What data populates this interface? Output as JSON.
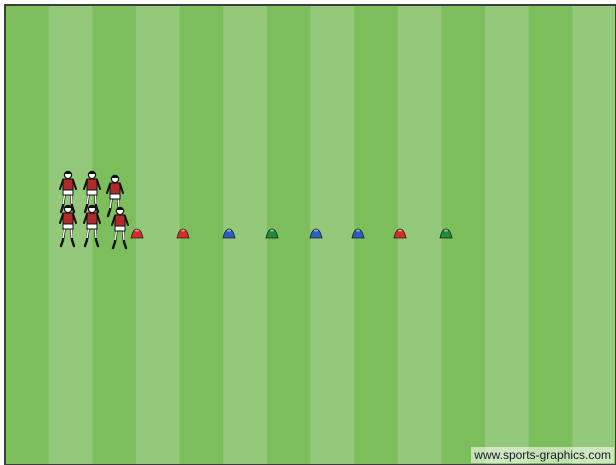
{
  "diagram": {
    "field": {
      "stripe_count": 14,
      "stripe_color_dark": "#7cbe5c",
      "stripe_color_light": "#94c97b",
      "border_color": "#3d3d3d"
    },
    "players": [
      {
        "role": "player",
        "kit": "red-white"
      },
      {
        "role": "player",
        "kit": "red-white"
      },
      {
        "role": "player",
        "kit": "red-white"
      },
      {
        "role": "player",
        "kit": "red-white"
      },
      {
        "role": "player",
        "kit": "red-white"
      },
      {
        "role": "player",
        "kit": "red-white"
      }
    ],
    "cones": [
      {
        "color": "#d62b2b"
      },
      {
        "color": "#d62b2b"
      },
      {
        "color": "#2b5fbf"
      },
      {
        "color": "#1f8a3a"
      },
      {
        "color": "#2b5fbf"
      },
      {
        "color": "#2b5fbf"
      },
      {
        "color": "#d62b2b"
      },
      {
        "color": "#1f8a3a"
      }
    ]
  },
  "watermark": "www.sports-graphics.com"
}
